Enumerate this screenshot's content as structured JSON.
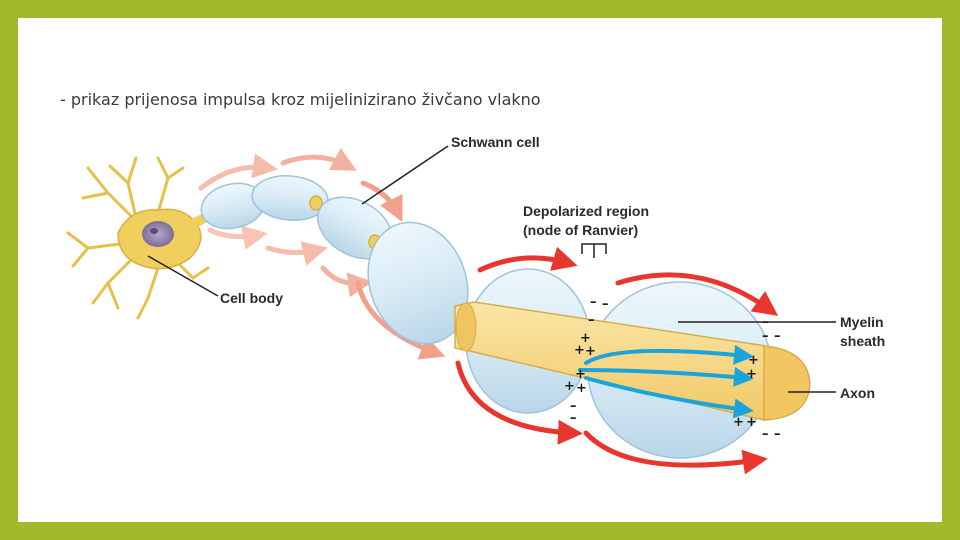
{
  "slide": {
    "title": "- prikaz prijenosa impulsa kroz mijelinizirano živčano vlakno"
  },
  "labels": {
    "schwann_cell": "Schwann cell",
    "depolarized_line1": "Depolarized region",
    "depolarized_line2": "(node of Ranvier)",
    "cell_body": "Cell body",
    "myelin_line1": "Myelin",
    "myelin_line2": "sheath",
    "axon": "Axon"
  },
  "charges": {
    "plus": "+",
    "minus": "–"
  },
  "colors": {
    "frame": "#a1b92b",
    "myelin": "#d9ecf6",
    "axon": "#f6d98a",
    "cell_body": "#f0cf5e",
    "current_arrow": "#e8362e",
    "faded_arrow": "#f1a08a",
    "ion_flow": "#1aa3dd"
  }
}
